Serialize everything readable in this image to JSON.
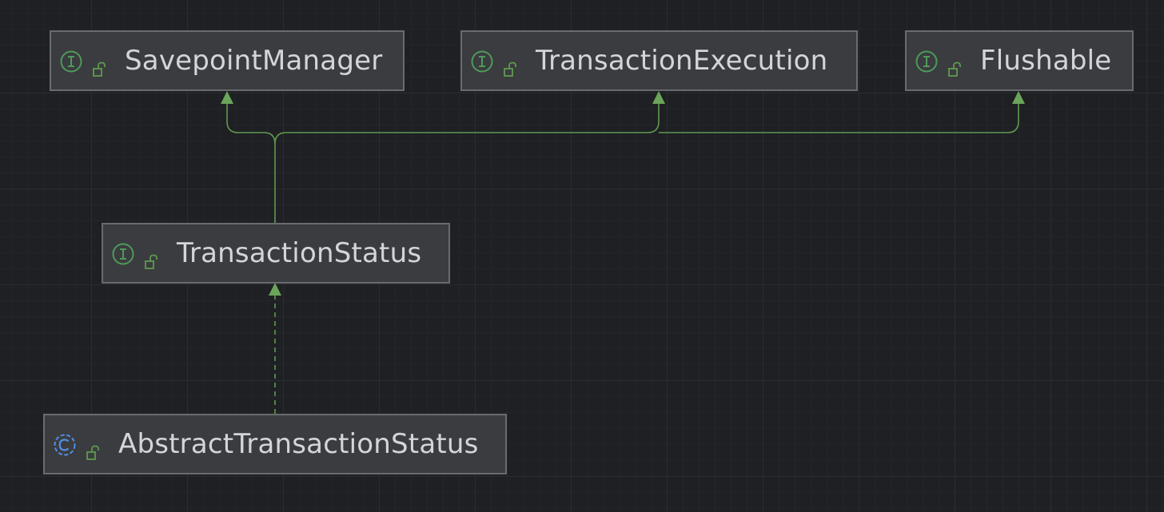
{
  "diagram": {
    "nodes": [
      {
        "id": "n-savepoint",
        "label": "SavepointManager",
        "kind": "interface",
        "kind_icon": "interface-icon",
        "visibility_icon": "public-lock-icon"
      },
      {
        "id": "n-execution",
        "label": "TransactionExecution",
        "kind": "interface",
        "kind_icon": "interface-icon",
        "visibility_icon": "public-lock-icon"
      },
      {
        "id": "n-flushable",
        "label": "Flushable",
        "kind": "interface",
        "kind_icon": "interface-icon",
        "visibility_icon": "public-lock-icon"
      },
      {
        "id": "n-status",
        "label": "TransactionStatus",
        "kind": "interface",
        "kind_icon": "interface-icon",
        "visibility_icon": "public-lock-icon"
      },
      {
        "id": "n-abstract",
        "label": "AbstractTransactionStatus",
        "kind": "abstract-class",
        "kind_icon": "abstract-class-icon",
        "visibility_icon": "public-lock-icon"
      }
    ],
    "edges": [
      {
        "from": "TransactionStatus",
        "to": "SavepointManager",
        "type": "extends"
      },
      {
        "from": "TransactionStatus",
        "to": "TransactionExecution",
        "type": "extends"
      },
      {
        "from": "TransactionStatus",
        "to": "Flushable",
        "type": "extends"
      },
      {
        "from": "AbstractTransactionStatus",
        "to": "TransactionStatus",
        "type": "implements"
      }
    ],
    "colors": {
      "background": "#1f2023",
      "node_fill": "#3b3c3f",
      "node_border": "#6a6b6f",
      "text": "#d3d5da",
      "edge": "#5f9a4f",
      "interface_icon": "#4e9a5b",
      "class_icon": "#4f8ee8"
    }
  }
}
